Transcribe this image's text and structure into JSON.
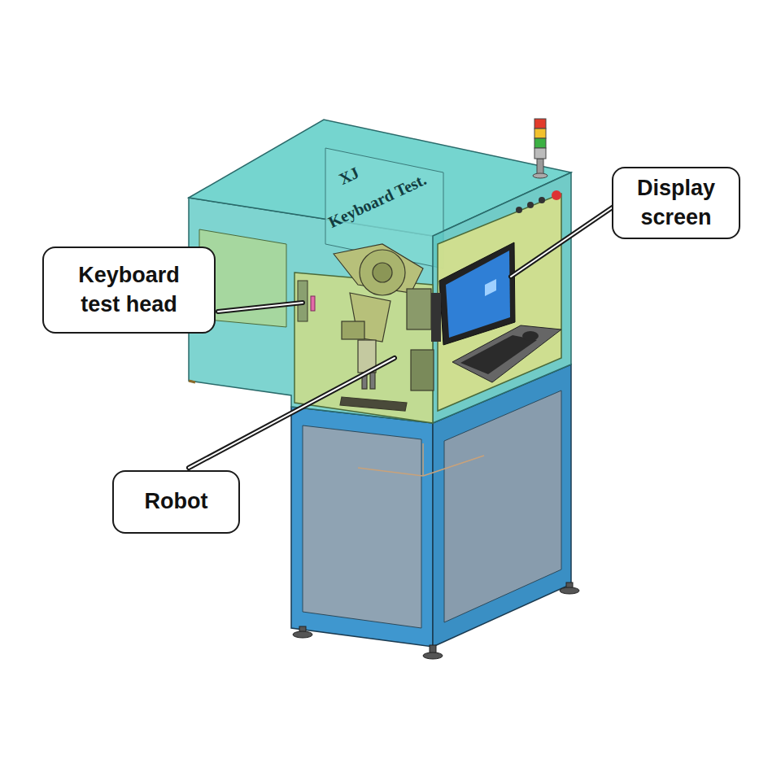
{
  "diagram": {
    "nodes": [
      {
        "text": [
          "Display screen"
        ]
      },
      {
        "text": [
          "Keyboard test head"
        ]
      },
      {
        "text": [
          "Robot"
        ]
      }
    ],
    "labels": [
      "XJ",
      "Keyboard Test."
    ]
  }
}
